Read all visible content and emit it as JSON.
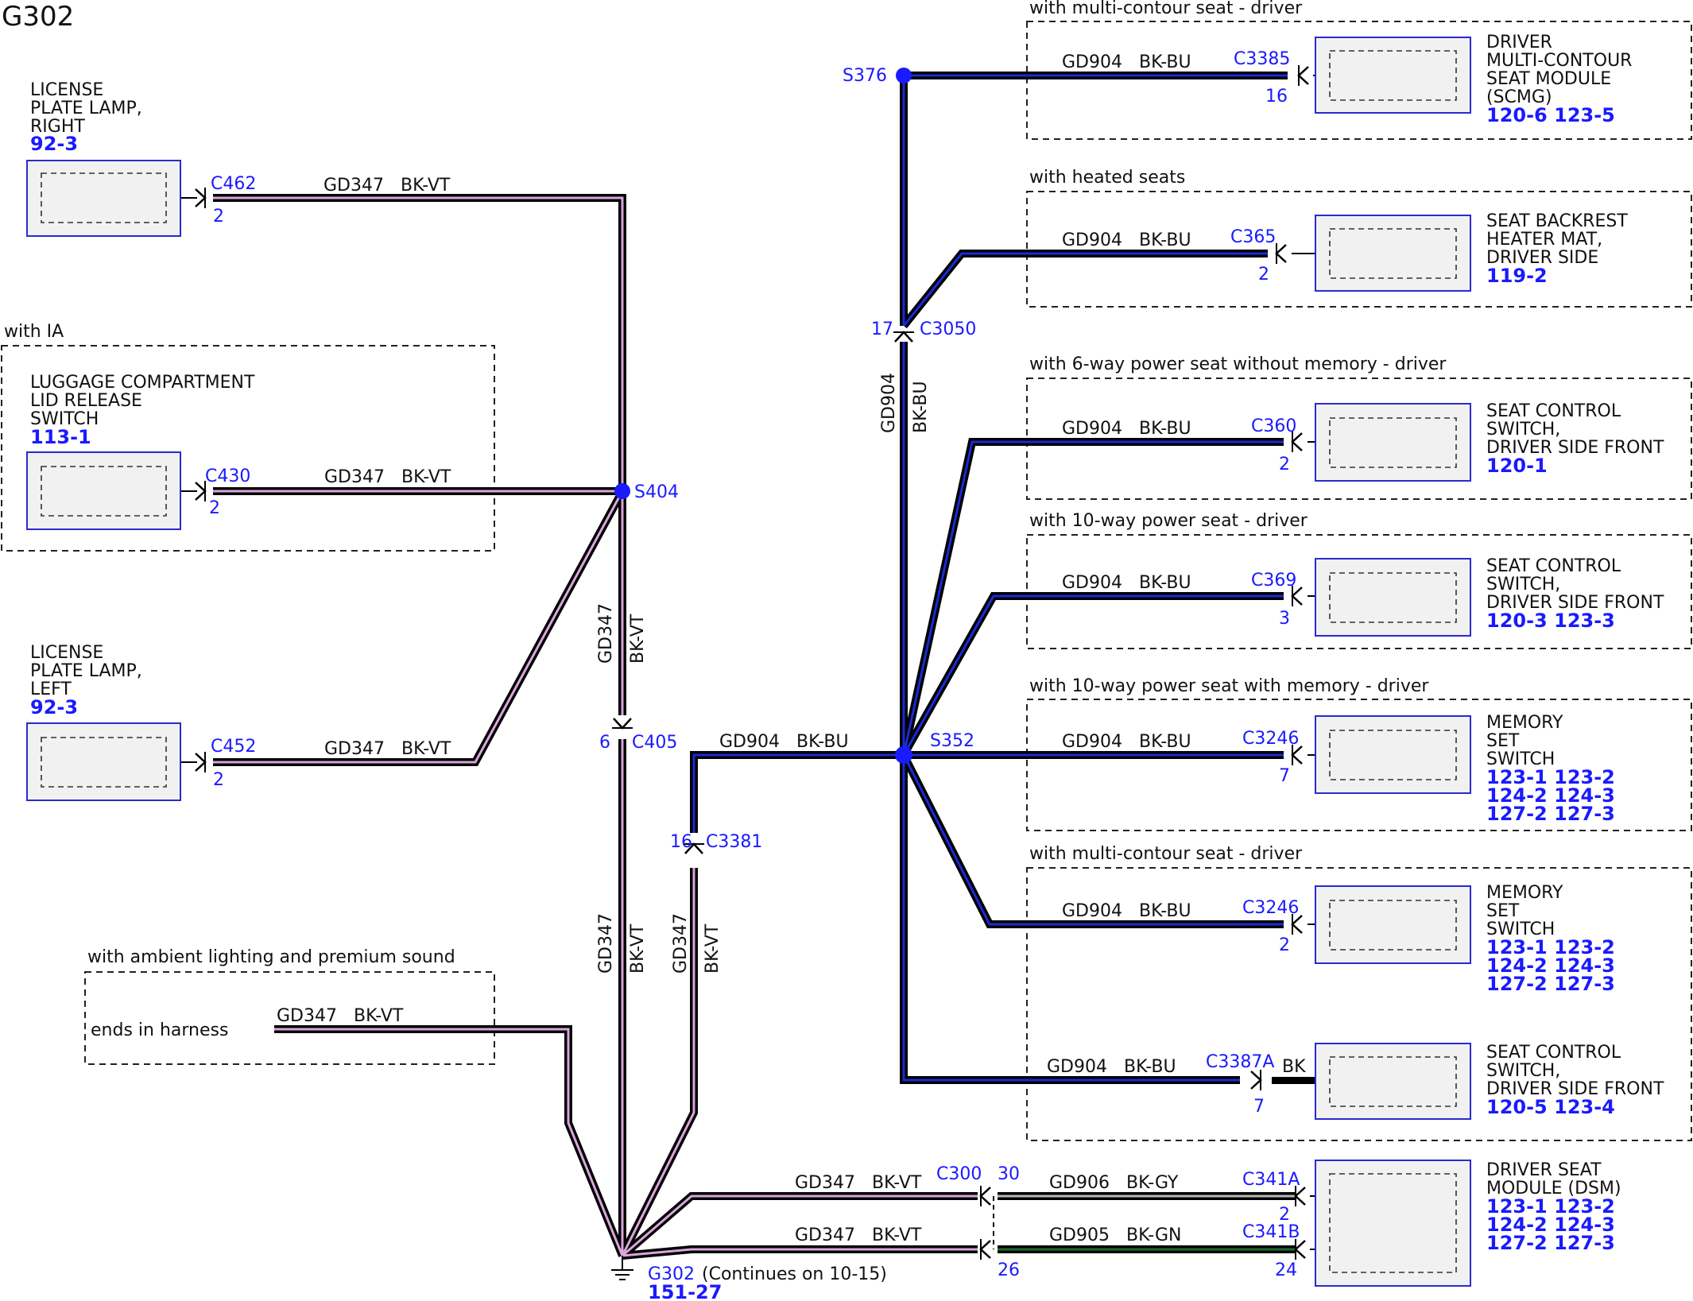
{
  "title": "G302",
  "colors": {
    "link": "#1a1aff",
    "wire_bk_vt": "#d9a6dc",
    "wire_bk_bu": "#1a2bd6",
    "wire_bk_gn": "#1e6b2d",
    "wire_bk_gy": "#b8b8b8",
    "component_fill": "#f1f1f1",
    "component_border": "#2a2ad0"
  },
  "left": {
    "plate_right": {
      "lines": [
        "LICENSE",
        "PLATE LAMP,",
        "RIGHT"
      ],
      "ref": "92-3",
      "connector": "C462",
      "pin": "2",
      "circuit": "GD347",
      "color": "BK-VT"
    },
    "ia_group": {
      "label": "with IA",
      "lines": [
        "LUGGAGE COMPARTMENT",
        "LID RELEASE",
        "SWITCH"
      ],
      "ref": "113-1",
      "connector": "C430",
      "pin": "2",
      "circuit": "GD347",
      "color": "BK-VT"
    },
    "plate_left": {
      "lines": [
        "LICENSE",
        "PLATE LAMP,",
        "LEFT"
      ],
      "ref": "92-3",
      "connector": "C452",
      "pin": "2",
      "circuit": "GD347",
      "color": "BK-VT"
    },
    "ambient": {
      "label": "with ambient lighting and premium sound",
      "text": "ends in harness",
      "circuit": "GD347",
      "color": "BK-VT"
    }
  },
  "splices": {
    "s404": "S404",
    "s376": "S376",
    "s352": "S352"
  },
  "inline": {
    "c405": {
      "name": "C405",
      "pin": "6"
    },
    "c3381": {
      "name": "C3381",
      "pin": "16"
    },
    "c3050": {
      "name": "C3050",
      "pin": "17"
    },
    "c300": {
      "name": "C300",
      "pin": "30"
    },
    "c300_pin2": "26"
  },
  "vertical_labels": {
    "s404_down": {
      "circuit": "GD347",
      "color": "BK-VT"
    },
    "c405_down": {
      "circuit": "GD347",
      "color": "BK-VT"
    },
    "c3381_down": {
      "circuit": "GD347",
      "color": "BK-VT"
    },
    "c3050_down": {
      "circuit": "GD904",
      "color": "BK-BU"
    }
  },
  "mid_wire": {
    "circuit": "GD904",
    "color": "BK-BU"
  },
  "right": {
    "scmg": {
      "label": "with multi-contour seat - driver",
      "lines": [
        "DRIVER",
        "MULTI-CONTOUR",
        "SEAT MODULE",
        "(SCMG)"
      ],
      "refs": [
        "120-6 123-5"
      ],
      "connector": "C3385",
      "pin": "16",
      "circuit": "GD904",
      "color": "BK-BU"
    },
    "heater": {
      "label": "with heated seats",
      "lines": [
        "SEAT BACKREST",
        "HEATER MAT,",
        "DRIVER SIDE"
      ],
      "refs": [
        "119-2"
      ],
      "connector": "C365",
      "pin": "2",
      "circuit": "GD904",
      "color": "BK-BU"
    },
    "six_way": {
      "label": "with 6-way power seat without memory - driver",
      "lines": [
        "SEAT CONTROL",
        "SWITCH,",
        "DRIVER SIDE FRONT"
      ],
      "refs": [
        "120-1"
      ],
      "connector": "C360",
      "pin": "2",
      "circuit": "GD904",
      "color": "BK-BU"
    },
    "ten_way": {
      "label": "with 10-way power seat - driver",
      "lines": [
        "SEAT CONTROL",
        "SWITCH,",
        "DRIVER SIDE FRONT"
      ],
      "refs": [
        "120-3 123-3"
      ],
      "connector": "C369",
      "pin": "3",
      "circuit": "GD904",
      "color": "BK-BU"
    },
    "ten_mem": {
      "label": "with 10-way power seat with memory - driver",
      "lines": [
        "MEMORY",
        "SET",
        "SWITCH"
      ],
      "refs": [
        "123-1 123-2",
        "124-2 124-3",
        "127-2 127-3"
      ],
      "connector": "C3246",
      "pin": "7",
      "circuit": "GD904",
      "color": "BK-BU"
    },
    "mc_mem": {
      "label": "with multi-contour seat - driver",
      "lines": [
        "MEMORY",
        "SET",
        "SWITCH"
      ],
      "refs": [
        "123-1 123-2",
        "124-2 124-3",
        "127-2 127-3"
      ],
      "connector": "C3246",
      "pin": "2",
      "circuit": "GD904",
      "color": "BK-BU"
    },
    "c3387": {
      "lines": [
        "SEAT CONTROL",
        "SWITCH,",
        "DRIVER SIDE FRONT"
      ],
      "refs": [
        "120-5 123-4"
      ],
      "connector": "C3387A",
      "pin": "7",
      "circuit": "GD904",
      "color": "BK-BU",
      "short_color": "BK"
    },
    "dsm": {
      "lines": [
        "DRIVER SEAT",
        "MODULE (DSM)"
      ],
      "refs": [
        "123-1 123-2",
        "124-2 124-3",
        "127-2 127-3"
      ]
    }
  },
  "bottom": {
    "wire_a_left": {
      "circuit": "GD347",
      "color": "BK-VT"
    },
    "wire_a_right": {
      "circuit": "GD906",
      "color": "BK-GY",
      "connector": "C341A",
      "pin": "2"
    },
    "wire_b_left": {
      "circuit": "GD347",
      "color": "BK-VT"
    },
    "wire_b_right": {
      "circuit": "GD905",
      "color": "BK-GN",
      "connector": "C341B",
      "pin": "24"
    }
  },
  "ground": {
    "name": "G302",
    "note": "(Continues on 10-15)",
    "ref": "151-27"
  }
}
